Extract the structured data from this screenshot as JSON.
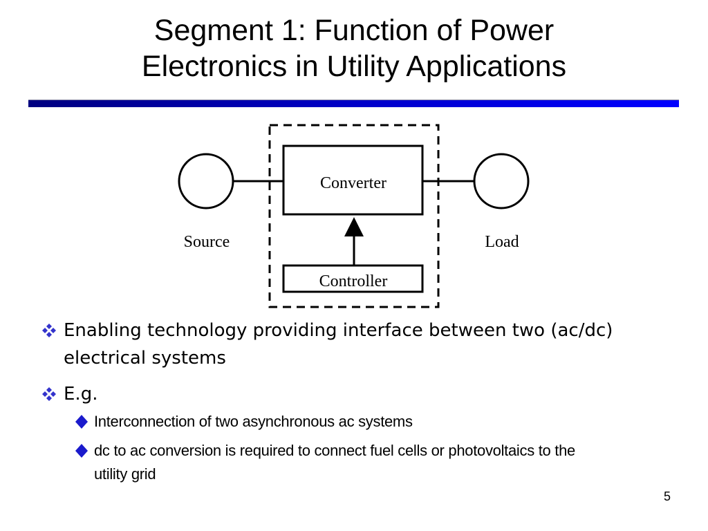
{
  "slide": {
    "title_line1": "Segment 1: Function of Power",
    "title_line2": "Electronics in Utility Applications",
    "accent_color": "#0000ff",
    "page_number": "5"
  },
  "diagram": {
    "converter_label": "Converter",
    "controller_label": "Controller",
    "source_label": "Source",
    "load_label": "Load"
  },
  "bullets": [
    {
      "icon": "diamond-cluster-bullet",
      "text": "Enabling technology providing interface between two (ac/dc) electrical systems"
    },
    {
      "icon": "diamond-cluster-bullet",
      "text": "E.g.",
      "sub_bullets": [
        {
          "icon": "diamond-bullet",
          "text": "Interconnection of two asynchronous ac systems"
        },
        {
          "icon": "diamond-bullet",
          "text": "dc to ac conversion is required to connect fuel cells or photovoltaics to the utility grid"
        }
      ]
    }
  ]
}
